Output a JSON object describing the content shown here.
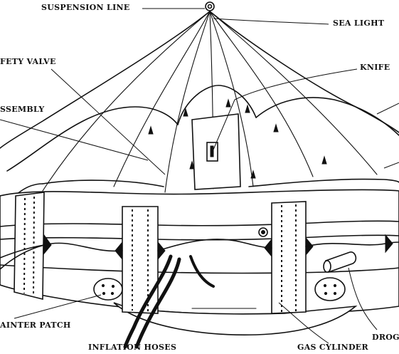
{
  "diagram": {
    "labels": {
      "suspension_line": "SUSPENSION LINE",
      "sea_light": "SEA LIGHT",
      "safety_valve": "FETY VALVE",
      "knife": "KNIFE",
      "assembly": "SSEMBLY",
      "painter_patch": "AINTER PATCH",
      "inflation_hoses": "INFLATION HOSES",
      "gas_cylinder": "GAS CYLINDER",
      "drogue": "DROG"
    }
  }
}
